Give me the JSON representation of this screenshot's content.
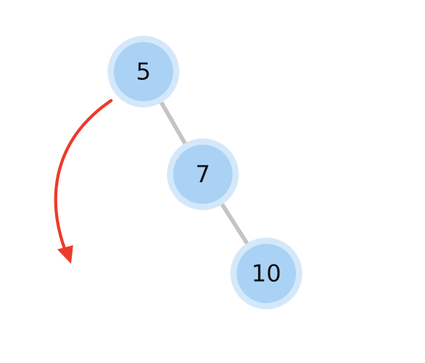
{
  "tree": {
    "nodes": [
      {
        "id": "n5",
        "label": "5"
      },
      {
        "id": "n7",
        "label": "7"
      },
      {
        "id": "n10",
        "label": "10"
      }
    ],
    "edges": [
      {
        "from": "n5",
        "to": "n7"
      },
      {
        "from": "n7",
        "to": "n10"
      }
    ]
  },
  "colors": {
    "node_fill": "#a9d2f5",
    "node_ring": "#d4e8fa",
    "edge": "#c4c4c4",
    "arrow": "#f03a2a",
    "label": "#111111"
  },
  "rotation_arrow": {
    "direction": "counter-clockwise"
  }
}
